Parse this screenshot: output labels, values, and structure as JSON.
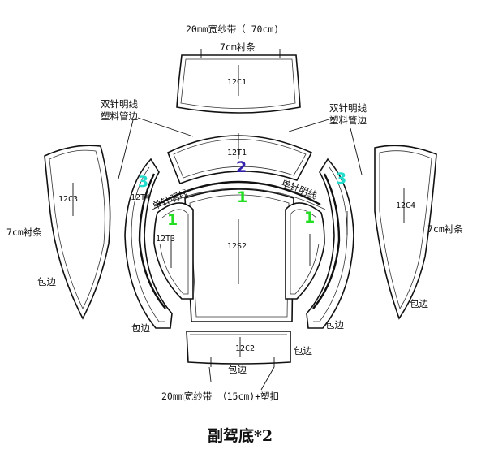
{
  "diagram": {
    "title": "副驾底*2",
    "pieces": {
      "c1": "12C1",
      "t1": "12T1",
      "s2": "12S2",
      "c2": "12C2",
      "c3": "12C3",
      "c4": "12C4",
      "t4": "12T4",
      "t3": "12T3"
    },
    "notes": {
      "top_tape": "20mm宽纱带（ 70cm)",
      "top_strip": "7cm衬条",
      "left_stitch_1": "双针明线",
      "left_stitch_2": "塑料管边",
      "right_stitch_1": "双针明线",
      "right_stitch_2": "塑料管边",
      "left_strip": "7cm衬条",
      "right_strip": "7cm衬条",
      "binding_left_outer": "包边",
      "binding_left_inner": "包边",
      "binding_right_inner": "包边",
      "binding_right_outer": "包边",
      "binding_c2_right": "包边",
      "binding_c2_bottom": "包边",
      "bottom_tape": "20mm宽纱带 （15cm)+塑扣",
      "arc_left": "单针明线",
      "arc_right": "单针明线"
    },
    "markers": {
      "m_center_2": "2",
      "m_center_1": "1",
      "m_left_1": "1",
      "m_right_1": "1",
      "m_left_3": "3",
      "m_right_3": "3"
    },
    "colors": {
      "marker_green": "#22dd22",
      "marker_cyan": "#22ddcc",
      "marker_blue": "#3322aa",
      "line": "#111111"
    }
  }
}
